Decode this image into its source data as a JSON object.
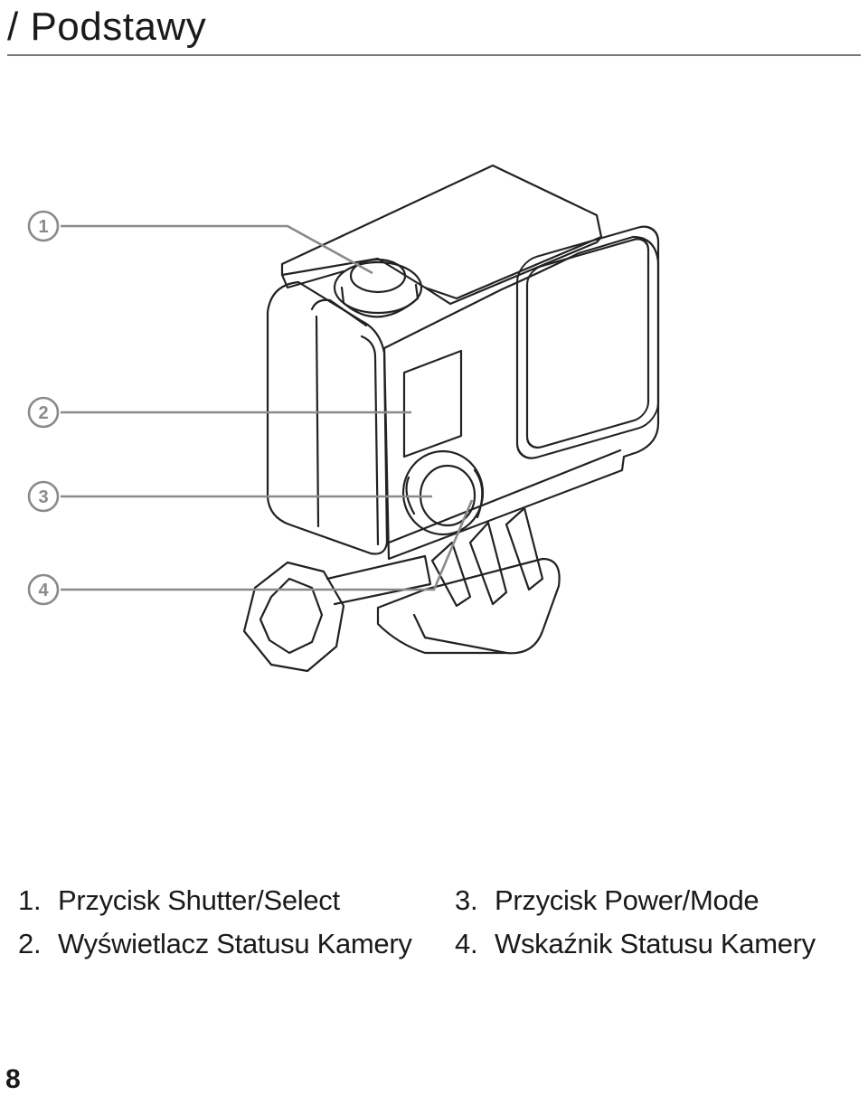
{
  "header": {
    "title": "/ Podstawy"
  },
  "figure": {
    "callouts": [
      {
        "number": "1"
      },
      {
        "number": "2"
      },
      {
        "number": "3"
      },
      {
        "number": "4"
      }
    ]
  },
  "legend": {
    "items": [
      {
        "number": "1.",
        "label": "Przycisk Shutter/Select"
      },
      {
        "number": "2.",
        "label": "Wyświetlacz Statusu Kamery"
      },
      {
        "number": "3.",
        "label": "Przycisk Power/Mode"
      },
      {
        "number": "4.",
        "label": "Wskaźnik Statusu Kamery"
      }
    ]
  },
  "footer": {
    "page_number": "8"
  }
}
